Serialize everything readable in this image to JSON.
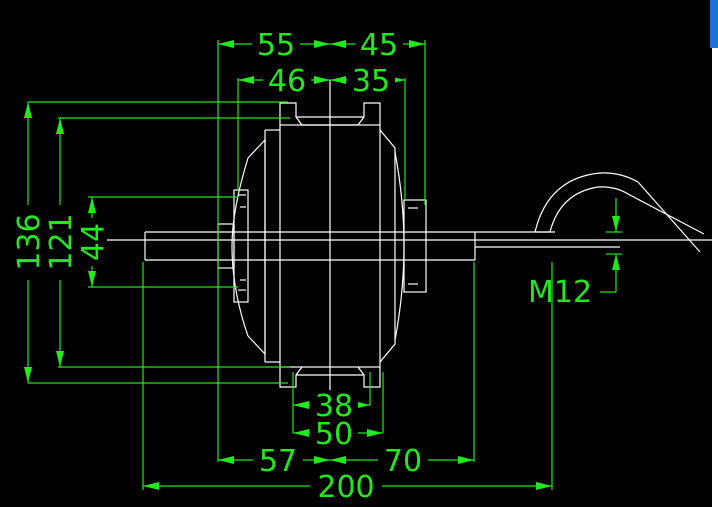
{
  "colors": {
    "background": "#000000",
    "outline": "#ffffff",
    "dimension": "#22e81e",
    "edge_accent": "#1f6fd6"
  },
  "dimensions": {
    "top_left_outer": "55",
    "top_right_outer": "45",
    "top_left_inner": "46",
    "top_right_inner": "35",
    "vertical_outer": "136",
    "vertical_mid": "121",
    "vertical_inner": "44",
    "thread": "M12",
    "bottom_inner": "38",
    "bottom_mid": "50",
    "bottom_left": "57",
    "bottom_right": "70",
    "bottom_total": "200"
  }
}
